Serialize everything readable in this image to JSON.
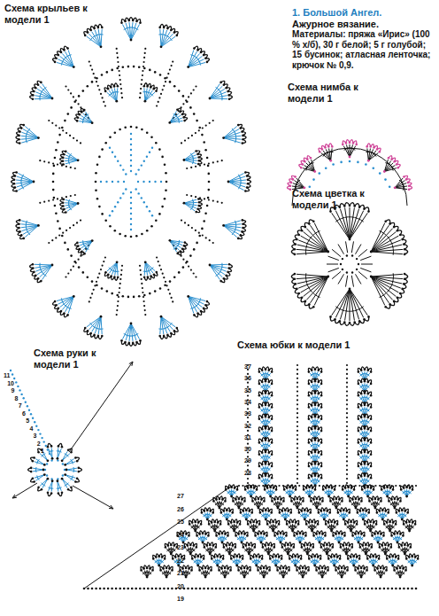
{
  "diagram": {
    "title": "1. Большой Ангел.",
    "labels": [
      "Схема крыльев к модели 1",
      "Ажурное вязание.",
      "Материалы: пряжа «Ирис» (100 % х/б), 30 г белой; 5 г голубой; 15 бусинок; атласная ленточка; крючок № 0,9.",
      "Схема нимба к модели 1",
      "Схема цветка к модели 1",
      "Схема руки к модели 1",
      "Схема юбки к модели 1",
      "11",
      "10",
      "9",
      "8",
      "7",
      "6",
      "5",
      "4",
      "3",
      "2",
      "1",
      "37",
      "36",
      "35",
      "34",
      "33",
      "32",
      "31",
      "30",
      "29",
      "28",
      "27",
      "26",
      "25",
      "24",
      "23",
      "22",
      "21",
      "20",
      "19"
    ]
  }
}
